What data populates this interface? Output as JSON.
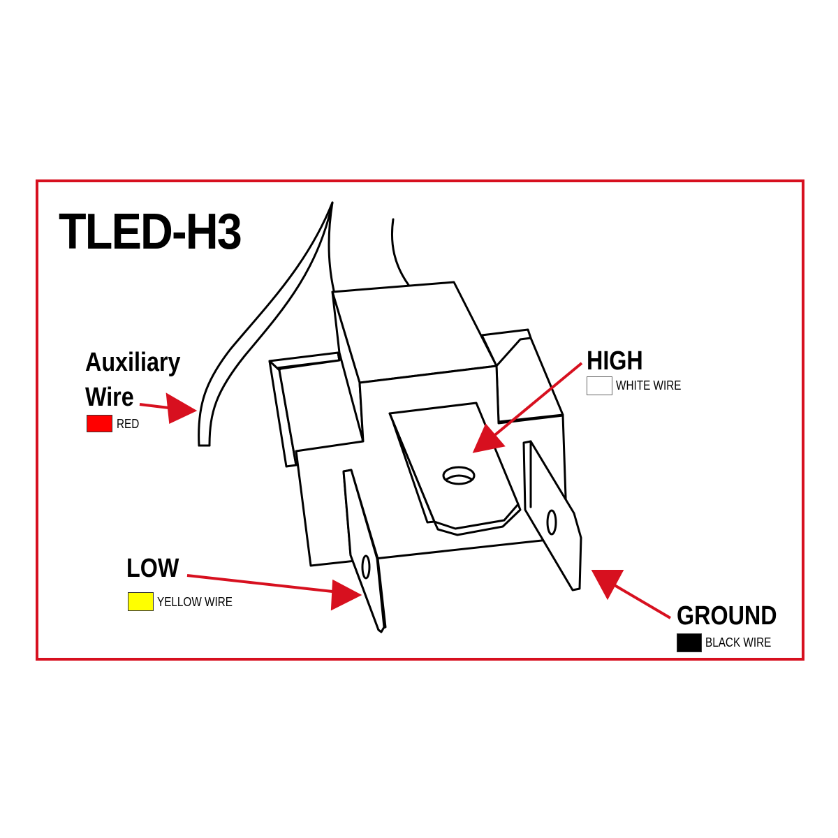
{
  "title": "TLED-H3",
  "colors": {
    "frame": "#d7101f",
    "arrow": "#d7101f",
    "line": "#000000"
  },
  "labels": {
    "auxiliary": {
      "line1": "Auxiliary",
      "line2": "Wire",
      "swatch_label": "RED",
      "swatch_color": "#ff0000"
    },
    "high": {
      "name": "HIGH",
      "swatch_label": "WHITE WIRE",
      "swatch_color": "#ffffff"
    },
    "low": {
      "name": "LOW",
      "swatch_label": "YELLOW WIRE",
      "swatch_color": "#ffff00"
    },
    "ground": {
      "name": "GROUND",
      "swatch_label": "BLACK WIRE",
      "swatch_color": "#000000"
    }
  }
}
